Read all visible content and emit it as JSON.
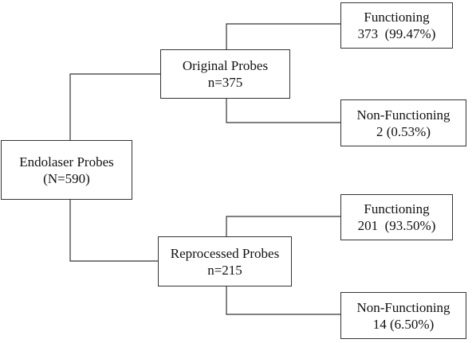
{
  "diagram": {
    "root": {
      "line1": "Endolaser Probes",
      "line2": "(N=590)"
    },
    "original": {
      "line1": "Original Probes",
      "line2": "n=375"
    },
    "reprocessed": {
      "line1": "Reprocessed Probes",
      "line2": "n=215"
    },
    "original_functioning": {
      "line1": "Functioning",
      "line2": "373  (99.47%)"
    },
    "original_nonfunctioning": {
      "line1": "Non-Functioning",
      "line2": "2 (0.53%)"
    },
    "reprocessed_functioning": {
      "line1": "Functioning",
      "line2": "201  (93.50%)"
    },
    "reprocessed_nonfunctioning": {
      "line1": "Non-Functioning",
      "line2": "14 (6.50%)"
    }
  }
}
